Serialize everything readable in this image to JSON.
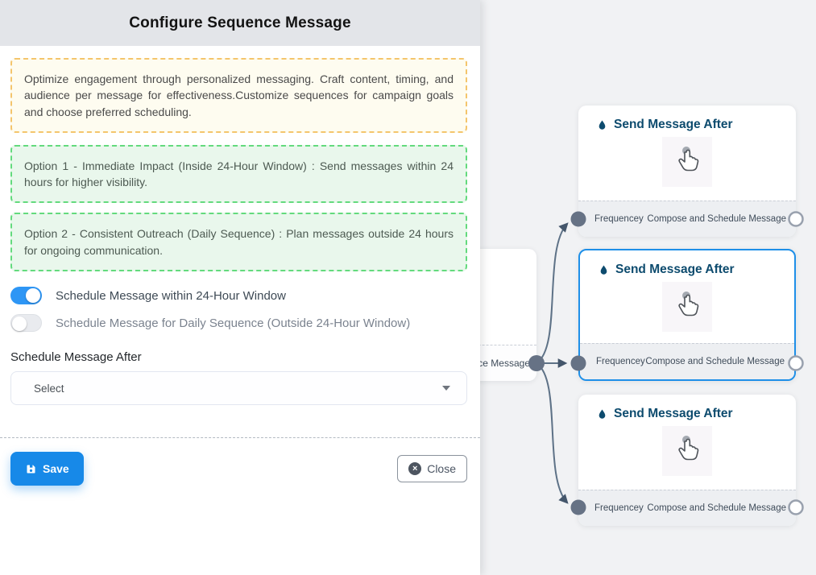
{
  "panel": {
    "title": "Configure Sequence Message",
    "intro_note": "Optimize engagement through personalized messaging. Craft content, timing, and audience per message for effectiveness.Customize sequences for campaign goals and choose preferred scheduling.",
    "option1_note": "Option 1 - Immediate Impact (Inside 24-Hour Window) : Send messages within 24 hours for higher visibility.",
    "option2_note": "Option 2 - Consistent Outreach (Daily Sequence) : Plan messages outside 24 hours for ongoing communication.",
    "toggles": [
      {
        "label": "Schedule Message within 24-Hour Window",
        "state": "on"
      },
      {
        "label": "Schedule Message for Daily Sequence (Outside 24-Hour Window)",
        "state": "off"
      }
    ],
    "schedule_after": {
      "label": "Schedule Message After",
      "value": "Select"
    },
    "buttons": {
      "save": "Save",
      "close": "Close"
    }
  },
  "canvas": {
    "source_node": {
      "label_visible": "ce Message"
    },
    "nodes": [
      {
        "title": "Send Message After",
        "footer_left": "Frequencey",
        "footer_right": "Compose and Schedule Message",
        "selected": false
      },
      {
        "title": "Send Message After",
        "footer_left": "Frequencey",
        "footer_right": "Compose and Schedule Message",
        "selected": true
      },
      {
        "title": "Send Message After",
        "footer_left": "Frequencey",
        "footer_right": "Compose and Schedule Message",
        "selected": false
      }
    ]
  },
  "colors": {
    "accent_blue": "#1789e8",
    "selected_border": "#1e8fe8",
    "toggle_on": "#2e96f5",
    "warning_border": "#f4c56c",
    "success_border": "#63da7d",
    "edge_slate": "#5e7287",
    "handle_fill": "#667285",
    "node_title": "#0d4b6e"
  }
}
